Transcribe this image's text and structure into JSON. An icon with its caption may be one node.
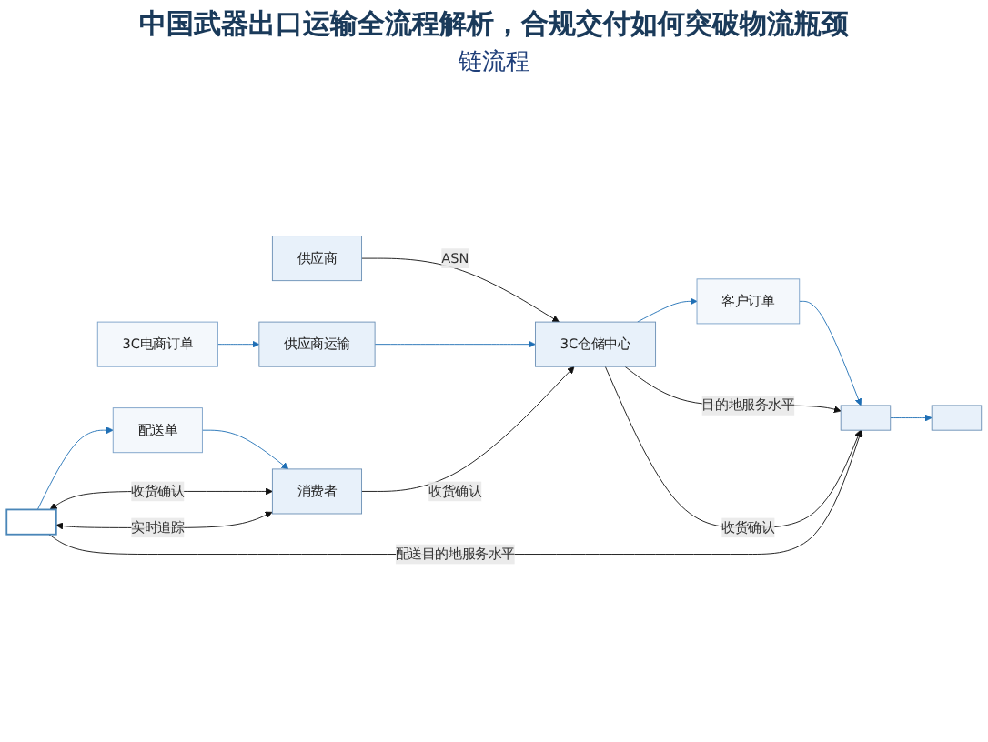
{
  "diagram": {
    "title": "中国武器出口运输全流程解析，合规交付如何突破物流瓶颈",
    "nodes": [
      {
        "text": [
          "供应商"
        ]
      },
      {
        "text": [
          "3C电商订单"
        ]
      },
      {
        "text": [
          "供应商运输"
        ]
      },
      {
        "text": [
          "3C仓储中心"
        ]
      },
      {
        "text": [
          "客户订单"
        ]
      },
      {
        "text": [],
        "shape": "box"
      },
      {
        "text": [],
        "shape": "box"
      },
      {
        "text": [],
        "shape": "box"
      },
      {
        "text": [
          "配送单"
        ]
      },
      {
        "text": [
          "消费者"
        ]
      }
    ],
    "edges": [
      {
        "from": 0,
        "to": 3,
        "arrow": "to",
        "label": "ASN"
      },
      {
        "from": 1,
        "to": 2,
        "arrow": "to",
        "color": "#1f6fb5"
      },
      {
        "from": 2,
        "to": 3,
        "arrow": "to",
        "color": "#1f6fb5"
      },
      {
        "from": 9,
        "to": 3,
        "arrow": "to",
        "label": "收货确认"
      },
      {
        "from": 3,
        "to": 4,
        "arrow": "to",
        "color": "#1f6fb5"
      },
      {
        "from": 4,
        "to": 5,
        "arrow": "to",
        "color": "#1f6fb5"
      },
      {
        "from": 3,
        "to": 5,
        "arrow": "to",
        "label": "目的地服务水平"
      },
      {
        "from": 3,
        "to": 5,
        "arrow": "to",
        "label": "收货确认"
      },
      {
        "from": 7,
        "to": 5,
        "arrow": "to",
        "label": "配送目的地服务水平"
      },
      {
        "from": 5,
        "to": 6,
        "arrow": "to",
        "color": "#1f6fb5"
      },
      {
        "from": 7,
        "to": 8,
        "arrow": "to",
        "color": "#1f6fb5"
      },
      {
        "from": 8,
        "to": 9,
        "arrow": "to",
        "color": "#1f6fb5"
      },
      {
        "from": 9,
        "to": 7,
        "arrow": "both",
        "label": "实时追踪"
      },
      {
        "from": 7,
        "to": 9,
        "arrow": "both",
        "label": "收货确认"
      }
    ],
    "labels": [
      "链流程"
    ]
  }
}
